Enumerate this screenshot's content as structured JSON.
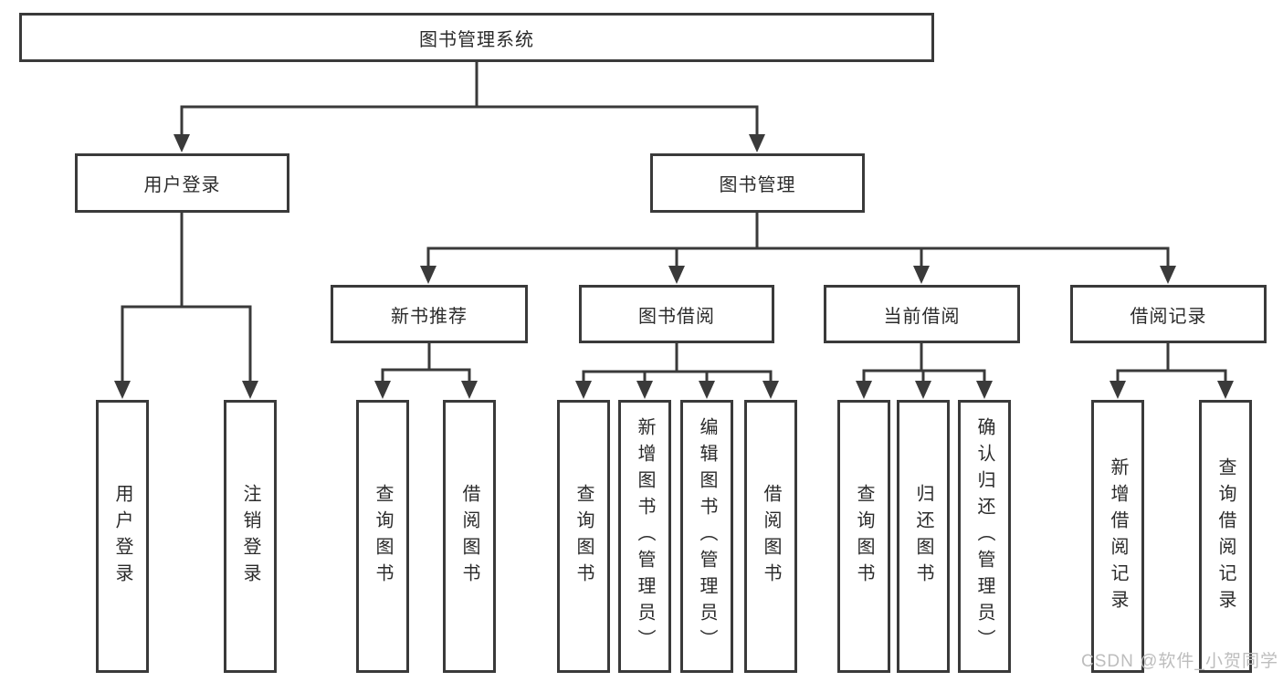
{
  "diagram": {
    "root": "图书管理系统",
    "children": [
      {
        "label": "用户登录",
        "children": [
          "用户登录",
          "注销登录"
        ]
      },
      {
        "label": "图书管理",
        "children": [
          {
            "label": "新书推荐",
            "children": [
              "查询图书",
              "借阅图书"
            ]
          },
          {
            "label": "图书借阅",
            "children": [
              "查询图书",
              "新增图书（管理员）",
              "编辑图书（管理员）",
              "借阅图书"
            ]
          },
          {
            "label": "当前借阅",
            "children": [
              "查询图书",
              "归还图书",
              "确认归还（管理员）"
            ]
          },
          {
            "label": "借阅记录",
            "children": [
              "新增借阅记录",
              "查询借阅记录"
            ]
          }
        ]
      }
    ]
  },
  "watermark": "CSDN @软件_小贺同学",
  "colors": {
    "line": "#3a3a3a",
    "text": "#2b2b2b",
    "watermark": "#bdbdbd",
    "background": "#ffffff"
  }
}
